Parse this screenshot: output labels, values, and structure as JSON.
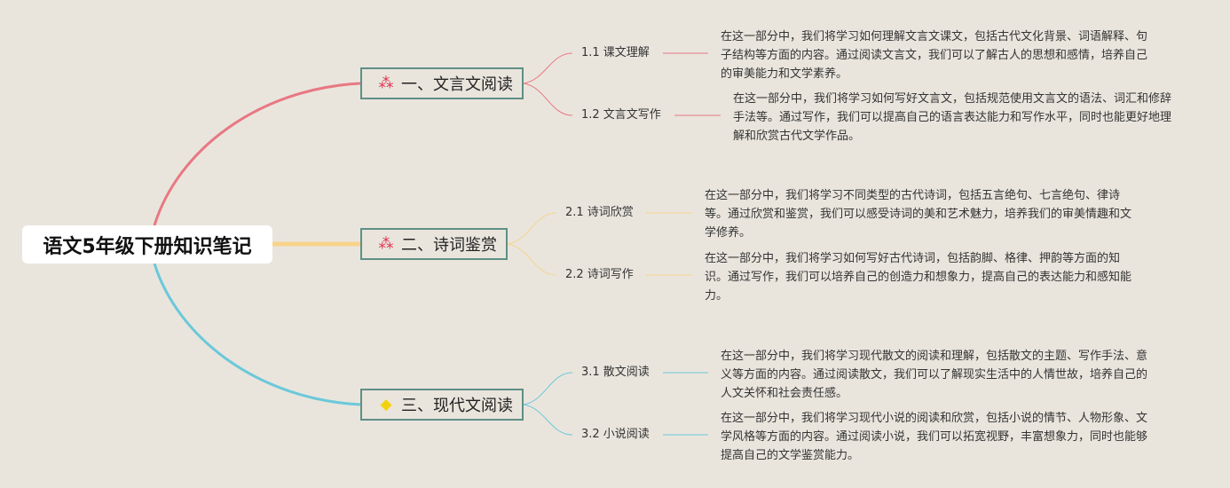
{
  "root": {
    "title": "语文5年级下册知识笔记"
  },
  "colors": {
    "branch1": "#e87882",
    "branch2": "#f8d38b",
    "branch3": "#6cc8da",
    "node_border": "#5f8f86",
    "background": "#e9e5dd"
  },
  "branches": [
    {
      "label": "一、文言文阅读",
      "icon": "magic-wand-icon",
      "children": [
        {
          "label": "1.1 课文理解",
          "text": "在这一部分中，我们将学习如何理解文言文课文，包括古代文化背景、词语解释、句子结构等方面的内容。通过阅读文言文，我们可以了解古人的思想和感情，培养自己的审美能力和文学素养。"
        },
        {
          "label": "1.2 文言文写作",
          "text": "在这一部分中，我们将学习如何写好文言文，包括规范使用文言文的语法、词汇和修辞手法等。通过写作，我们可以提高自己的语言表达能力和写作水平，同时也能更好地理解和欣赏古代文学作品。"
        }
      ]
    },
    {
      "label": "二、诗词鉴赏",
      "icon": "magic-wand-icon",
      "children": [
        {
          "label": "2.1 诗词欣赏",
          "text": "在这一部分中，我们将学习不同类型的古代诗词，包括五言绝句、七言绝句、律诗等。通过欣赏和鉴赏，我们可以感受诗词的美和艺术魅力，培养我们的审美情趣和文学修养。"
        },
        {
          "label": "2.2 诗词写作",
          "text": "在这一部分中，我们将学习如何写好古代诗词，包括韵脚、格律、押韵等方面的知识。通过写作，我们可以培养自己的创造力和想象力，提高自己的表达能力和感知能力。"
        }
      ]
    },
    {
      "label": "三、现代文阅读",
      "icon": "gem-icon",
      "children": [
        {
          "label": "3.1 散文阅读",
          "text": "在这一部分中，我们将学习现代散文的阅读和理解，包括散文的主题、写作手法、意义等方面的内容。通过阅读散文，我们可以了解现实生活中的人情世故，培养自己的人文关怀和社会责任感。"
        },
        {
          "label": "3.2 小说阅读",
          "text": "在这一部分中，我们将学习现代小说的阅读和欣赏，包括小说的情节、人物形象、文学风格等方面的内容。通过阅读小说，我们可以拓宽视野，丰富想象力，同时也能够提高自己的文学鉴赏能力。"
        }
      ]
    }
  ]
}
